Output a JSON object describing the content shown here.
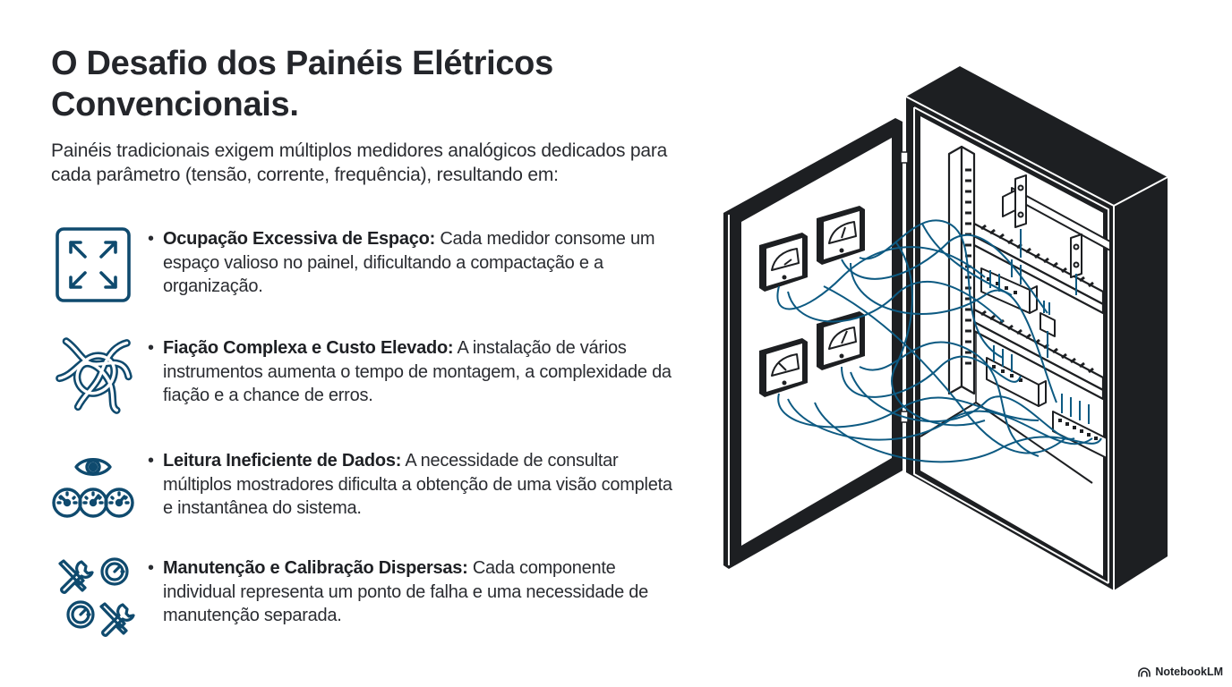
{
  "slide": {
    "title_line1": "O Desafio dos Painéis Elétricos",
    "title_line2": "Convencionais.",
    "intro": "Painéis tradicionais exigem múltiplos medidores analógicos dedicados para cada parâmetro (tensão, corrente, frequência), resultando em:"
  },
  "items": [
    {
      "icon": "expand-arrows-icon",
      "heading": "Ocupação Excessiva de Espaço:",
      "body": " Cada medidor consome um espaço valioso no painel, dificultando a compactação e a organização."
    },
    {
      "icon": "tangled-knot-icon",
      "heading": "Fiação Complexa e Custo Elevado:",
      "body": " A instalação de vários instrumentos aumenta o tempo de montagem, a complexidade da fiação e a chance de erros."
    },
    {
      "icon": "eye-gauges-icon",
      "heading": "Leitura Ineficiente de Dados:",
      "body": " A necessidade de consultar múltiplos mostradores dificulta a obtenção de uma visão completa e instantânea do sistema."
    },
    {
      "icon": "tools-gauges-icon",
      "heading": "Manutenção e Calibração Dispersas:",
      "body": " Cada componente individual representa um ponto de falha e uma necessidade de manutenção separada."
    }
  ],
  "illustration": {
    "subject": "open-electrical-cabinet-with-analog-meters-and-tangled-wiring"
  },
  "colors": {
    "icon_blue": "#0f4a6e",
    "wire_blue": "#0d5a82",
    "cabinet_black": "#1d1f22",
    "text": "#2a2c31"
  },
  "brand": {
    "label": "NotebookLM"
  }
}
